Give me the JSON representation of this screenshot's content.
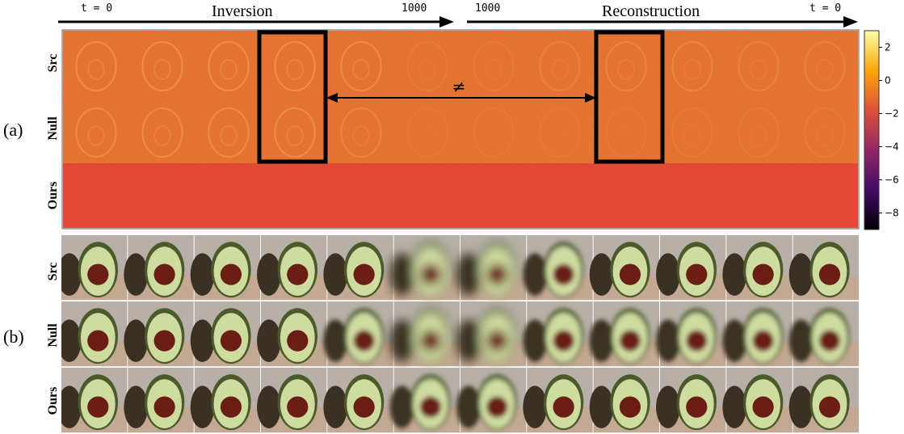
{
  "top_axis": {
    "inversion_label": "Inversion",
    "reconstruction_label": "Reconstruction",
    "t_start": "t = 0",
    "t_mid_left": "1000",
    "t_mid_right": "1000",
    "t_end": "t = 0"
  },
  "panel_a": {
    "label": "(a)",
    "rows": [
      "Src",
      "Null",
      "Ours"
    ],
    "not_equal": "≠",
    "colorbar": {
      "ticks": [
        "2",
        "0",
        "−2",
        "−4",
        "−6",
        "−8"
      ],
      "range": [
        -9,
        3
      ],
      "colormap": "inferno",
      "colors": [
        "#000004",
        "#420a68",
        "#932667",
        "#dd513a",
        "#fca50a",
        "#fcffa4"
      ]
    },
    "ours_fill": "#e04a36",
    "heat_base": "#e0652a"
  },
  "panel_b": {
    "label": "(b)",
    "rows": [
      "Src",
      "Null",
      "Ours"
    ],
    "columns": 12,
    "colors": {
      "background": "#b8b0a8",
      "skin": "#3a3024",
      "flesh": "#cfdca0",
      "pit": "#6a1e14"
    }
  }
}
